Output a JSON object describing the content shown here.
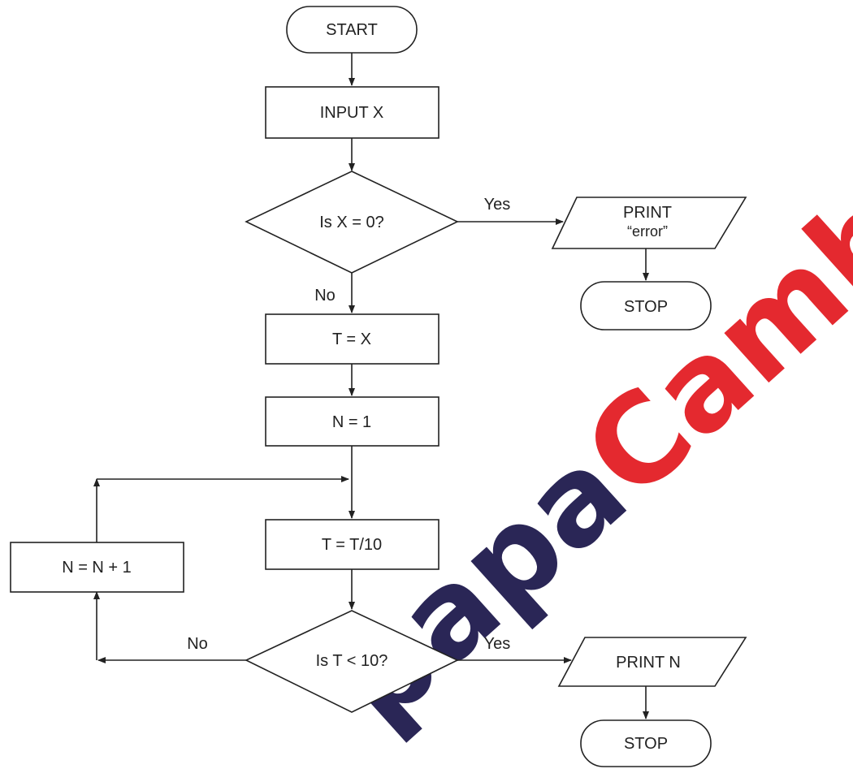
{
  "nodes": {
    "start": "START",
    "input_x": "INPUT X",
    "decision_x_zero": "Is X = 0?",
    "print_error_line1": "PRINT",
    "print_error_line2": "“error”",
    "stop_top": "STOP",
    "assign_t": "T = X",
    "assign_n": "N = 1",
    "divide_t": "T = T/10",
    "increment_n": "N = N + 1",
    "decision_t_less_10": "Is T < 10?",
    "print_n": "PRINT N",
    "stop_bottom": "STOP"
  },
  "edge_labels": {
    "x_zero_yes": "Yes",
    "x_zero_no": "No",
    "t_less_no": "No",
    "t_less_yes": "Yes"
  },
  "watermark": {
    "text_dark": "papa",
    "text_red": "Cambridge",
    "color_dark": "#1f1b4d",
    "color_red": "#e31e24"
  }
}
